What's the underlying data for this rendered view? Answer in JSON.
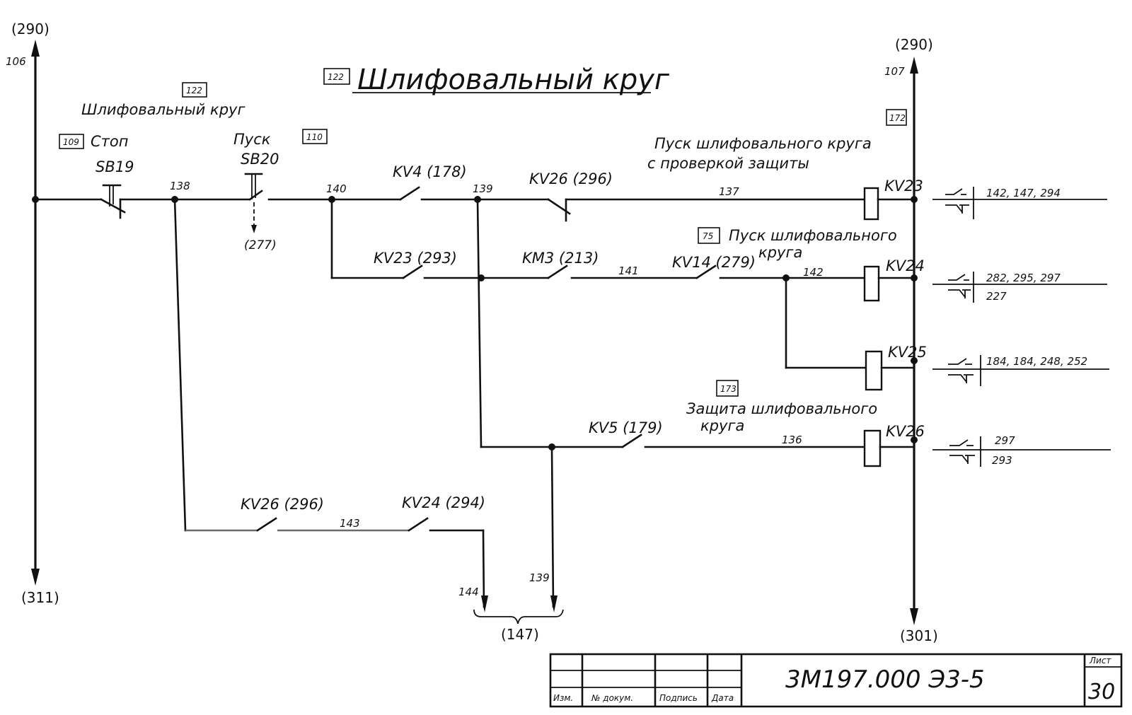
{
  "document": {
    "title_box_ref": "122",
    "title": "Шлифовальный круг",
    "drawing_number": "3М197.000 Э3-5",
    "sheet_label": "Лист",
    "sheet_number": "30",
    "title_block_headers": [
      "Изм.",
      "№ докум.",
      "Подпись",
      "Дата"
    ]
  },
  "buses": {
    "left": {
      "wire": "106",
      "top_ref": "(290)",
      "bottom_ref": "(311)"
    },
    "right": {
      "wire": "107",
      "top_ref": "(290)",
      "bottom_ref": "(301)"
    }
  },
  "left_section": {
    "box_ref": "122",
    "caption": "Шлифовальный круг",
    "stop": {
      "box_ref": "109",
      "label": "Стоп",
      "device": "SB19"
    },
    "start": {
      "box_ref": "110",
      "label": "Пуск",
      "device": "SB20",
      "ref": "(277)"
    }
  },
  "nodes": {
    "n138": "138",
    "n140": "140",
    "n139": "139",
    "n137": "137",
    "n141": "141",
    "n142": "142",
    "n136": "136",
    "n143": "143",
    "n144": "144",
    "n139b": "139",
    "bracket_ref": "(147)"
  },
  "contacts": {
    "kv4": "KV4 (178)",
    "kv26_top": "KV26 (296)",
    "kv23": "KV23 (293)",
    "km3": "KM3 (213)",
    "kv14": "KV14 (279)",
    "kv5": "KV5 (179)",
    "kv26_bottom": "KV26 (296)",
    "kv24": "KV24 (294)"
  },
  "captions": {
    "c172": {
      "box_ref": "172",
      "line1": "Пуск шлифовального круга",
      "line2": "с проверкой защиты"
    },
    "c75": {
      "box_ref": "75",
      "line1": "Пуск шлифовального",
      "line2": "круга"
    },
    "c173": {
      "box_ref": "173",
      "line1": "Защита шлифовального",
      "line2": "круга"
    }
  },
  "coils": [
    {
      "name": "KV23",
      "no_refs": "142, 147, 294",
      "nc_refs": ""
    },
    {
      "name": "KV24",
      "no_refs": "282, 295, 297",
      "nc_refs": "227"
    },
    {
      "name": "KV25",
      "no_refs": "184, 184, 248, 252",
      "nc_refs": ""
    },
    {
      "name": "KV26",
      "no_refs": "297",
      "nc_refs": "293"
    }
  ]
}
